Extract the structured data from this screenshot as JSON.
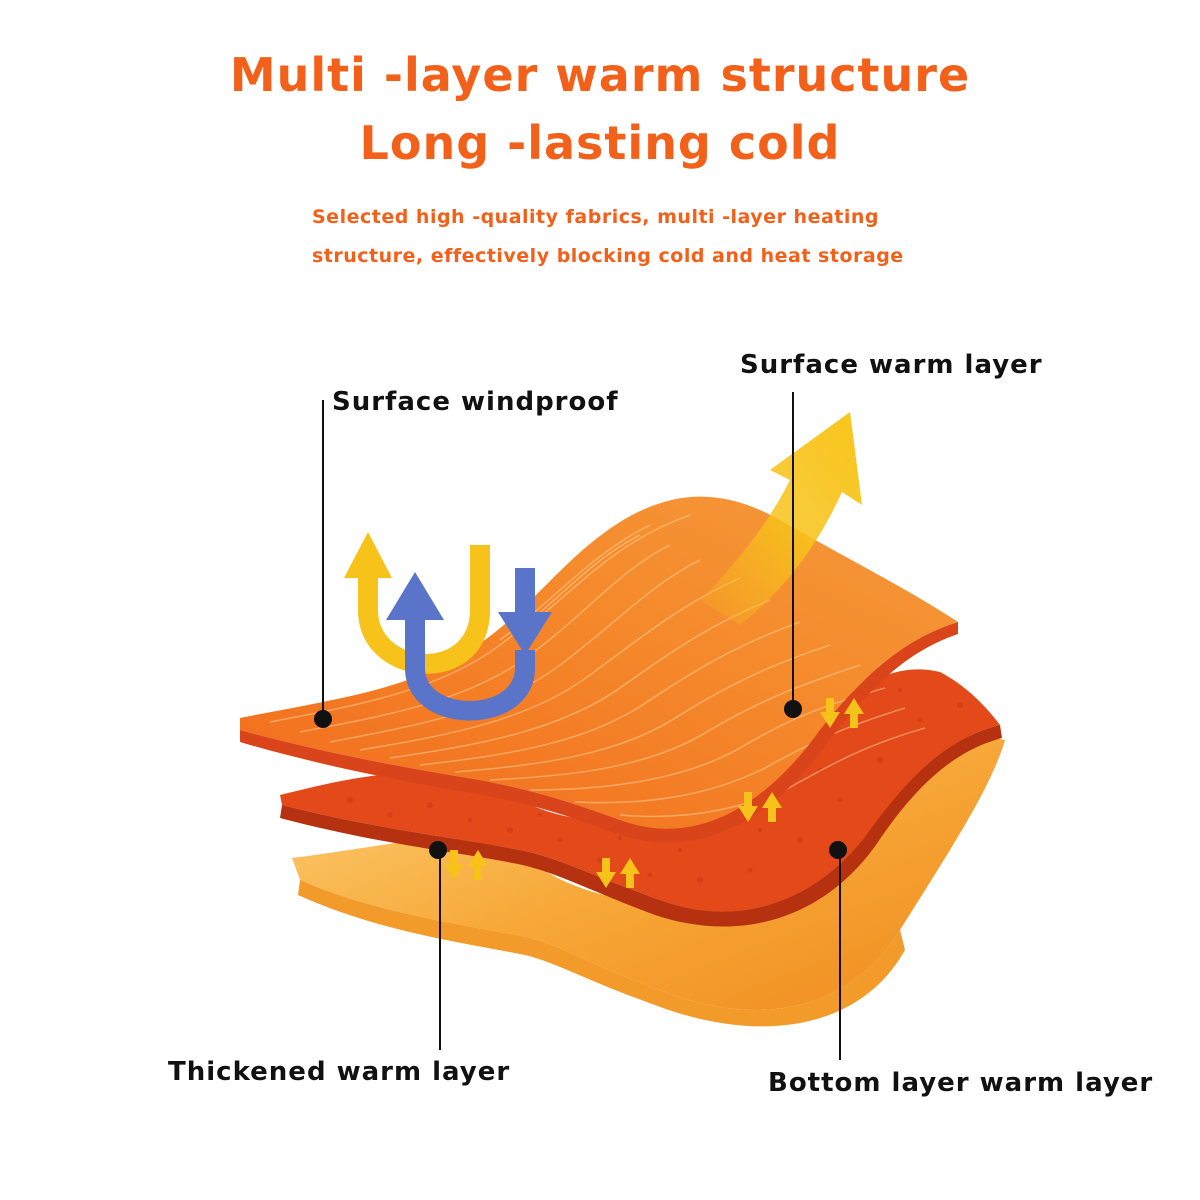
{
  "header": {
    "title_line1": "Multi -layer warm structure",
    "title_line2": "Long -lasting cold",
    "subtitle_line1": "Selected high -quality fabrics, multi -layer heating",
    "subtitle_line2": "structure, effectively blocking cold and heat storage"
  },
  "labels": {
    "surface_windproof": "Surface windproof",
    "surface_warm_layer": "Surface warm layer",
    "thickened_warm_layer": "Thickened warm layer",
    "bottom_layer_warm_layer": "Bottom layer warm layer"
  },
  "colors": {
    "title": "#f2601a",
    "top_layer": "#f47a22",
    "middle_layer": "#e0481a",
    "bottom_layer": "#f5a336",
    "arrow_yellow": "#f7c21a",
    "arrow_blue": "#5a74c9",
    "label_text": "#111111"
  },
  "icons": [
    "heat-flow-arrow-icon",
    "wind-deflect-arrow-icon",
    "airflow-updown-arrow-icon"
  ]
}
